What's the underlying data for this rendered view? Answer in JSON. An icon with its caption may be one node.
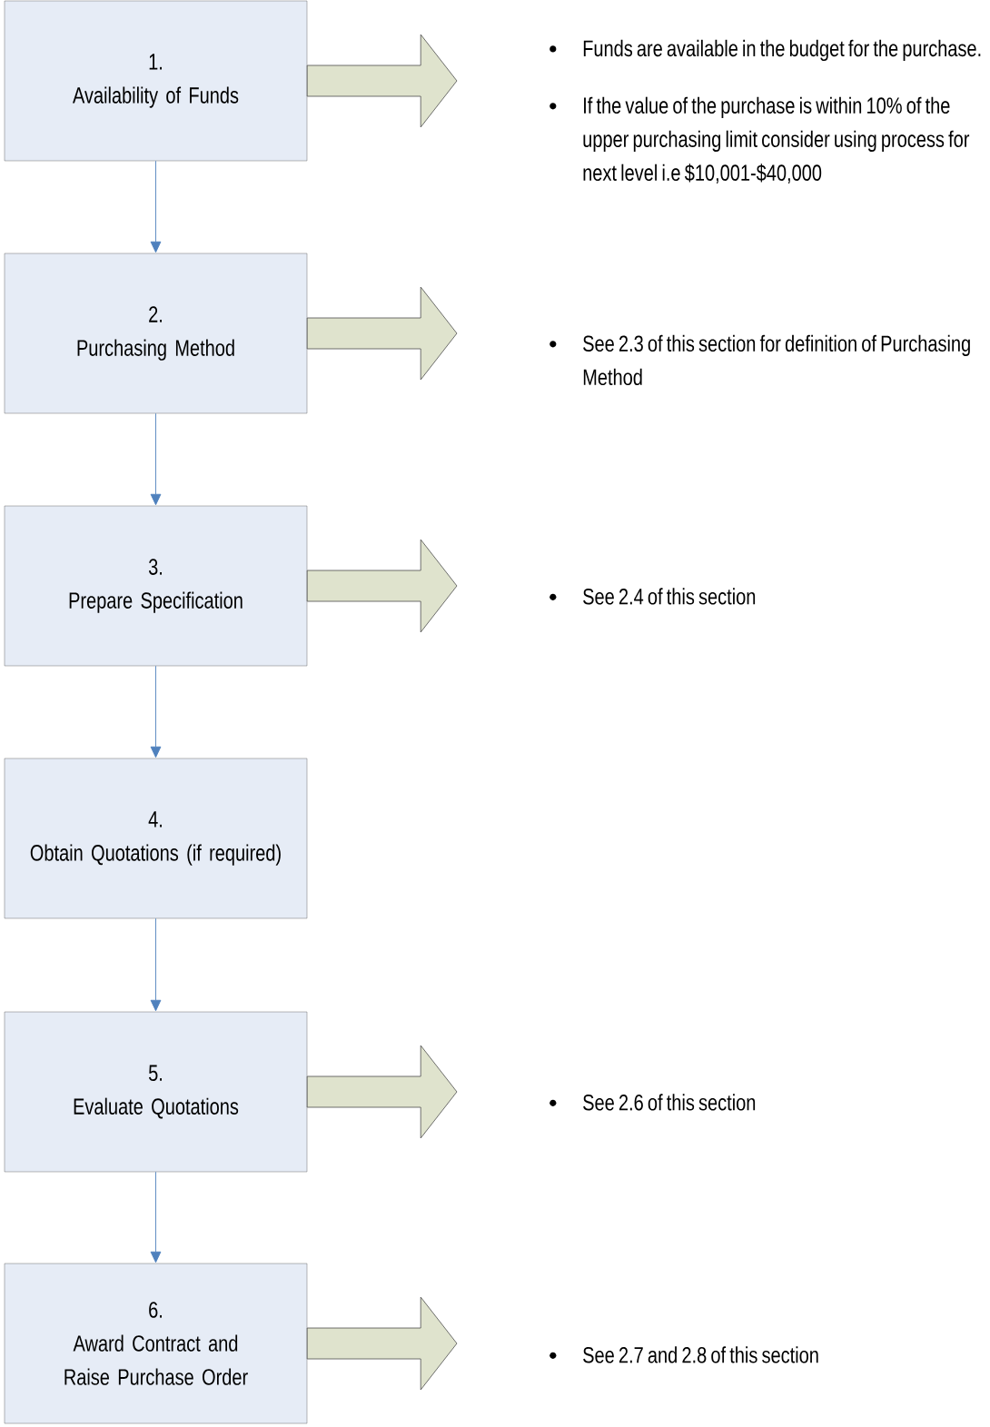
{
  "diagram": {
    "nodes": [
      {
        "text": [
          "1.",
          "Availability of Funds"
        ]
      },
      {
        "text": [
          "2.",
          "Purchasing Method"
        ]
      },
      {
        "text": [
          "3.",
          "Prepare Specification"
        ]
      },
      {
        "text": [
          "4.",
          "Obtain Quotations (if required)"
        ]
      },
      {
        "text": [
          "5.",
          "Evaluate Quotations"
        ]
      },
      {
        "text": [
          "6.",
          "Award Contract and Raise Purchase Order"
        ]
      },
      {
        "text": [
          "Funds are available in the budget for the purchase.",
          "If the value of the purchase is within 10% of the upper purchasing limit consider using process for next level i.e $10,001-$40,000"
        ]
      },
      {
        "text": [
          "See 2.3 of this section for definition of Purchasing Method"
        ]
      },
      {
        "text": [
          "See 2.4 of this section"
        ]
      },
      {
        "text": [
          "See 2.6 of this section"
        ]
      },
      {
        "text": [
          "See 2.7 and 2.8 of this section"
        ]
      }
    ],
    "edges": [
      {
        "from": 0,
        "to": 1,
        "arrow": "to"
      },
      {
        "from": 1,
        "to": 2,
        "arrow": "to"
      },
      {
        "from": 2,
        "to": 3,
        "arrow": "to"
      },
      {
        "from": 3,
        "to": 4,
        "arrow": "to"
      },
      {
        "from": 4,
        "to": 5,
        "arrow": "to"
      },
      {
        "from": 0,
        "to": 6,
        "arrow": "to",
        "style": "thick",
        "color": "#dfe3cd"
      },
      {
        "from": 1,
        "to": 7,
        "arrow": "to",
        "style": "thick",
        "color": "#dfe3cd"
      },
      {
        "from": 2,
        "to": 8,
        "arrow": "to",
        "style": "thick",
        "color": "#dfe3cd"
      },
      {
        "from": 4,
        "to": 9,
        "arrow": "to",
        "style": "thick",
        "color": "#dfe3cd"
      },
      {
        "from": 5,
        "to": 10,
        "arrow": "to",
        "style": "thick",
        "color": "#dfe3cd"
      }
    ]
  }
}
